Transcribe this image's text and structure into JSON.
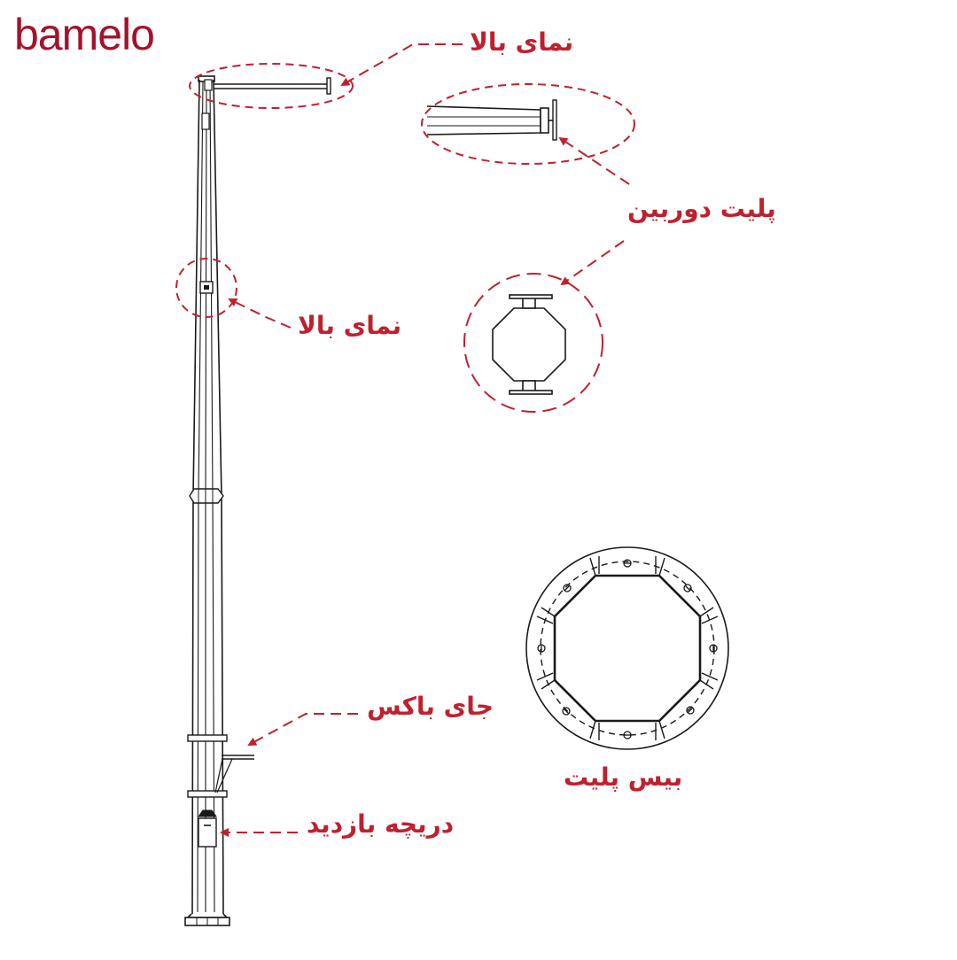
{
  "brand": {
    "name": "bamelo",
    "color": "#a5122a"
  },
  "colors": {
    "annotation": "#c0202e",
    "line": "#1a1a1a"
  },
  "labels": {
    "top_view_1": "نمای بالا",
    "camera_plate": "پلیت دوربین",
    "top_view_2": "نمای بالا",
    "box_mount": "جای باکس",
    "base_plate": "بیس پلیت",
    "inspection_door": "دریچه بازدید"
  }
}
